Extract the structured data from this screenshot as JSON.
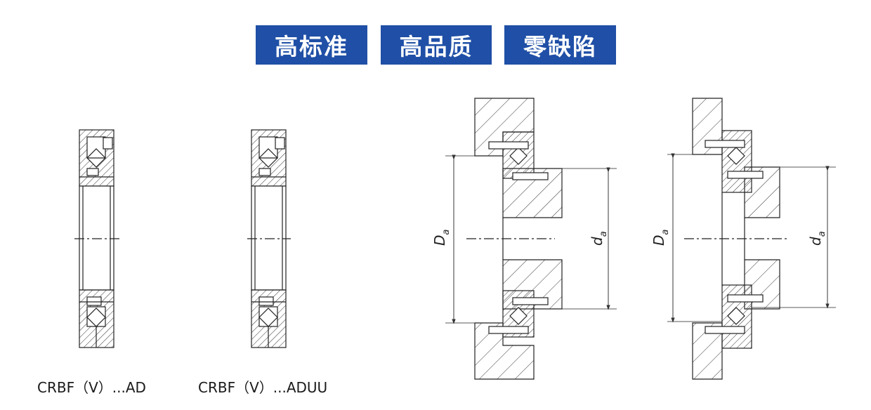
{
  "badges": [
    "高标准",
    "高品质",
    "零缺陷"
  ],
  "captions": [
    "CRBF（V）...AD",
    "CRBF（V）...ADUU"
  ],
  "dimensions": {
    "outer": {
      "main": "D",
      "sub": "a"
    },
    "inner": {
      "main": "d",
      "sub": "a"
    }
  },
  "colors": {
    "badge_bg": "#1f4fa6",
    "badge_text": "#ffffff",
    "line": "#222222"
  }
}
